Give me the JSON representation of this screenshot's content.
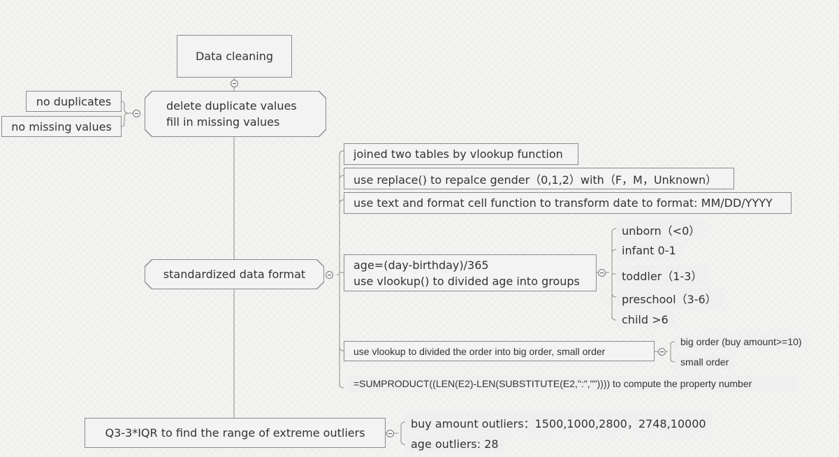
{
  "root": {
    "label": "Data cleaning"
  },
  "cleaning": {
    "lines": [
      "delete duplicate values",
      "fill in missing values"
    ],
    "results": [
      "no duplicates",
      "no missing values"
    ]
  },
  "standardize": {
    "label": "standardized data format",
    "items": [
      "joined two tables by vlookup function",
      "use replace() to repalce gender（0,1,2）with（F，M，Unknown）",
      "use text and format cell function to transform date to format: MM/DD/YYYY"
    ],
    "age": {
      "lines": [
        "age=(day-birthday)/365",
        "use vlookup() to divided age into groups"
      ],
      "groups": [
        "unborn（<0）",
        "infant 0-1",
        "toddler（1-3）",
        "preschool（3-6）",
        "child >6"
      ]
    },
    "order": {
      "label": "use vlookup to divided the order into big order, small order",
      "groups": [
        "big order (buy amount>=10)",
        "small order"
      ]
    },
    "property": "=SUMPRODUCT((LEN(E2)-LEN(SUBSTITUTE(E2,\":\",\"\")))) to compute the property number"
  },
  "outliers": {
    "label": "Q3-3*IQR to find the range of extreme outliers",
    "items": [
      "buy amount outliers：1500,1000,2800，2748,10000",
      "age outliers: 28"
    ]
  }
}
